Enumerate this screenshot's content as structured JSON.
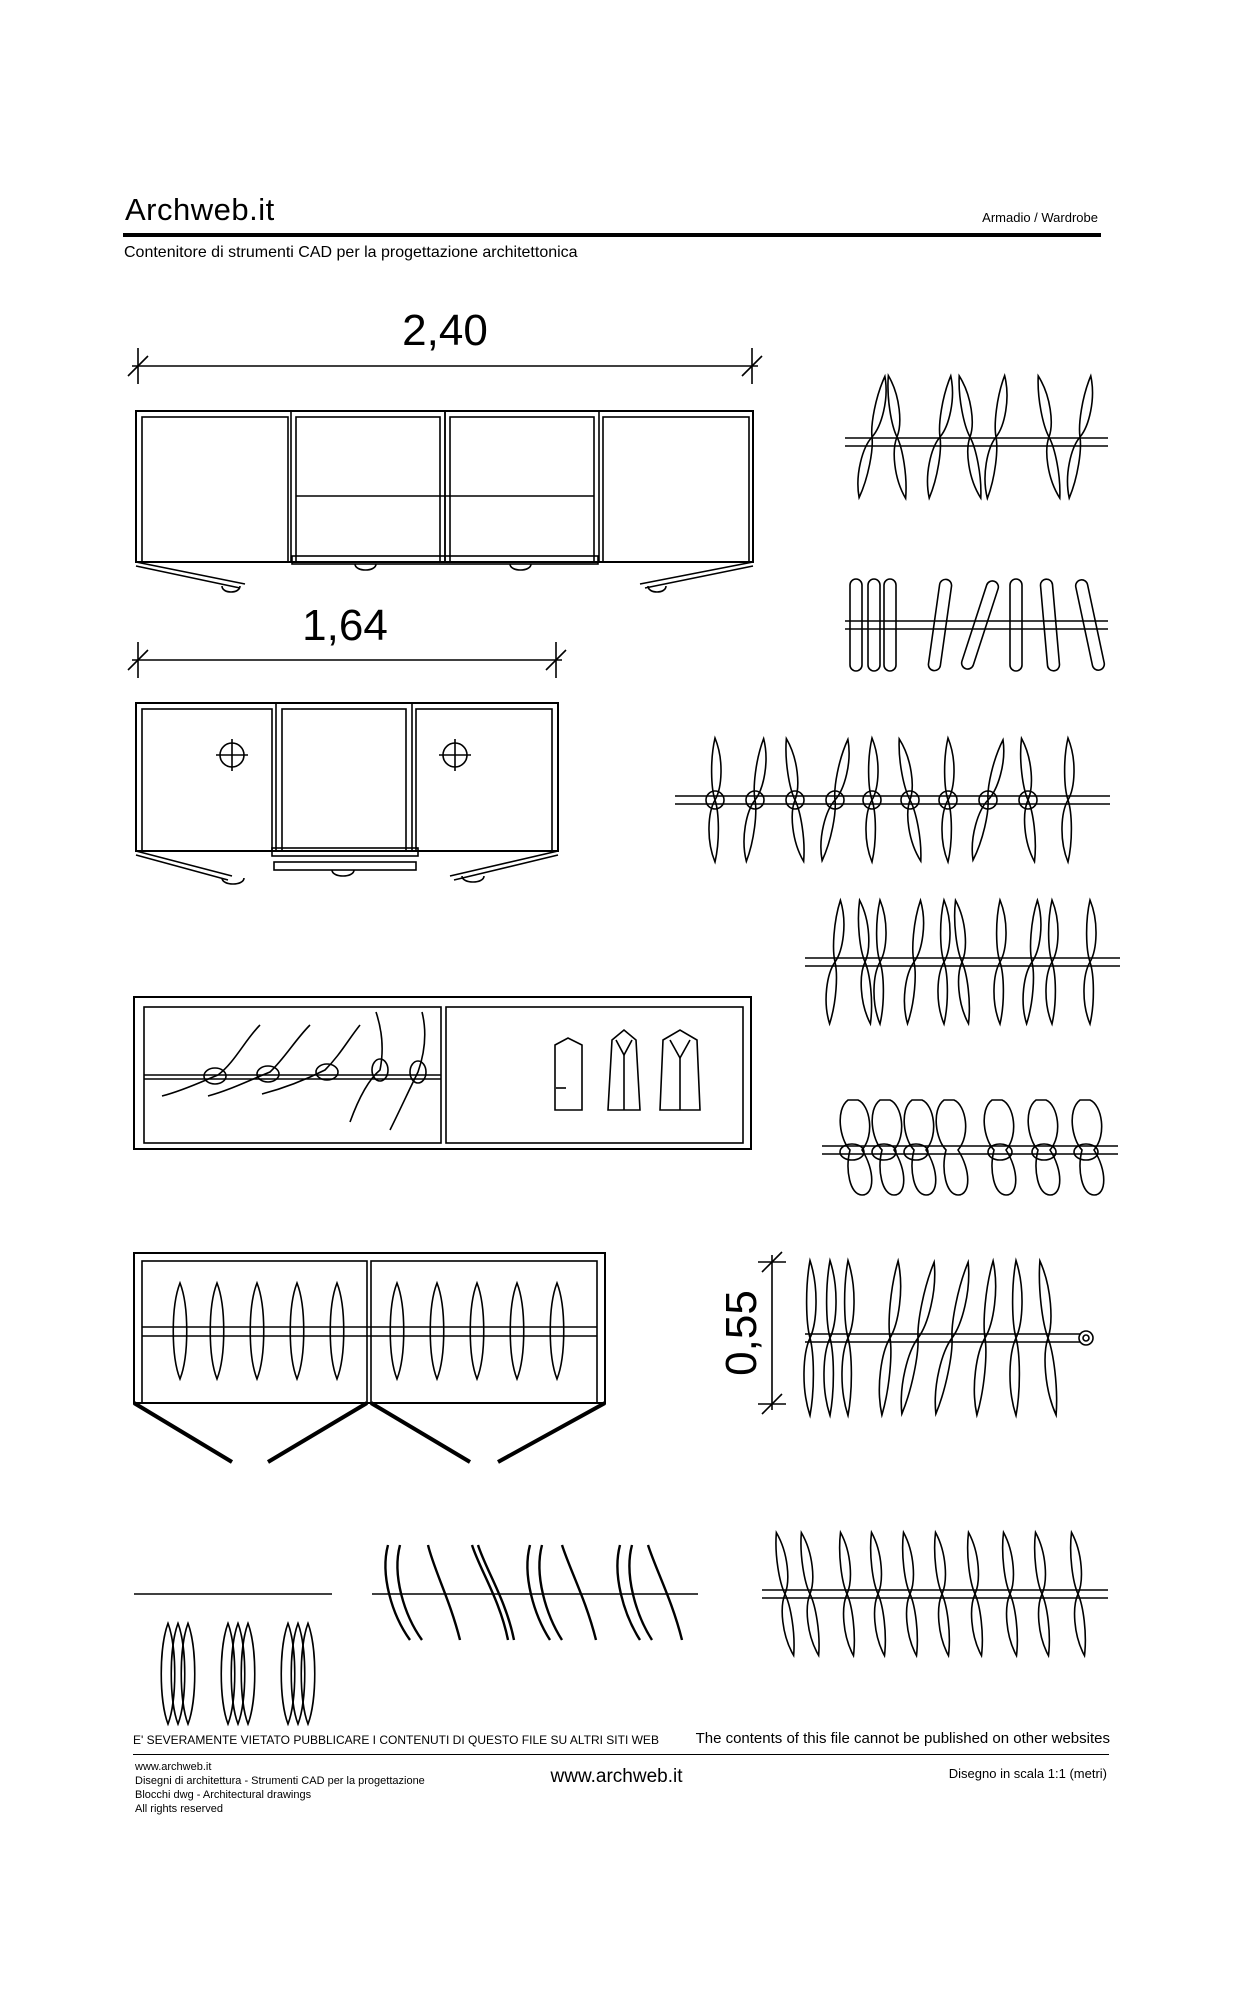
{
  "header": {
    "brand": "Archweb.it",
    "subject": "Armadio  /  Wardrobe",
    "tagline": "Contenitore di strumenti CAD per la progettazione architettonica"
  },
  "dimensions": {
    "width_large": "2,40",
    "width_small": "1,64",
    "depth": "0,55"
  },
  "footer": {
    "warning_it": "E' SEVERAMENTE VIETATO PUBBLICARE I CONTENUTI DI QUESTO FILE SU ALTRI SITI WEB",
    "warning_en": "The contents of this file cannot be published on other websites",
    "credits": [
      "www.archweb.it",
      "Disegni di architettura - Strumenti CAD  per la progettazione",
      "Blocchi dwg - Architectural drawings",
      "All rights reserved"
    ],
    "site": "www.archweb.it",
    "scale": "Disegno in scala 1:1 (metri)"
  }
}
